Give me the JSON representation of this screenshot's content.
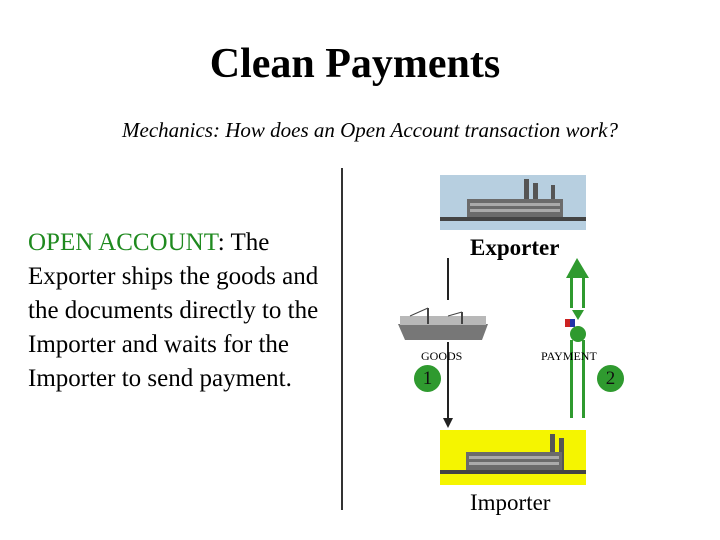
{
  "title": "Clean Payments",
  "subtitle": "Mechanics: How does an Open Account transaction work?",
  "description": {
    "term": "OPEN ACCOUNT",
    "text": ": The Exporter ships the goods and the documents directly to the Importer and waits for the Importer to send payment."
  },
  "diagram": {
    "exporter_label": "Exporter",
    "importer_label": "Importer",
    "goods_label": "GOODS",
    "payment_label": "PAYMENT",
    "step_1": "1",
    "step_2": "2"
  },
  "colors": {
    "exporter_bg": "#b7cfe0",
    "importer_bg": "#f5f500",
    "term": "#1f8a1f",
    "arrow": "#2f9a2f"
  }
}
